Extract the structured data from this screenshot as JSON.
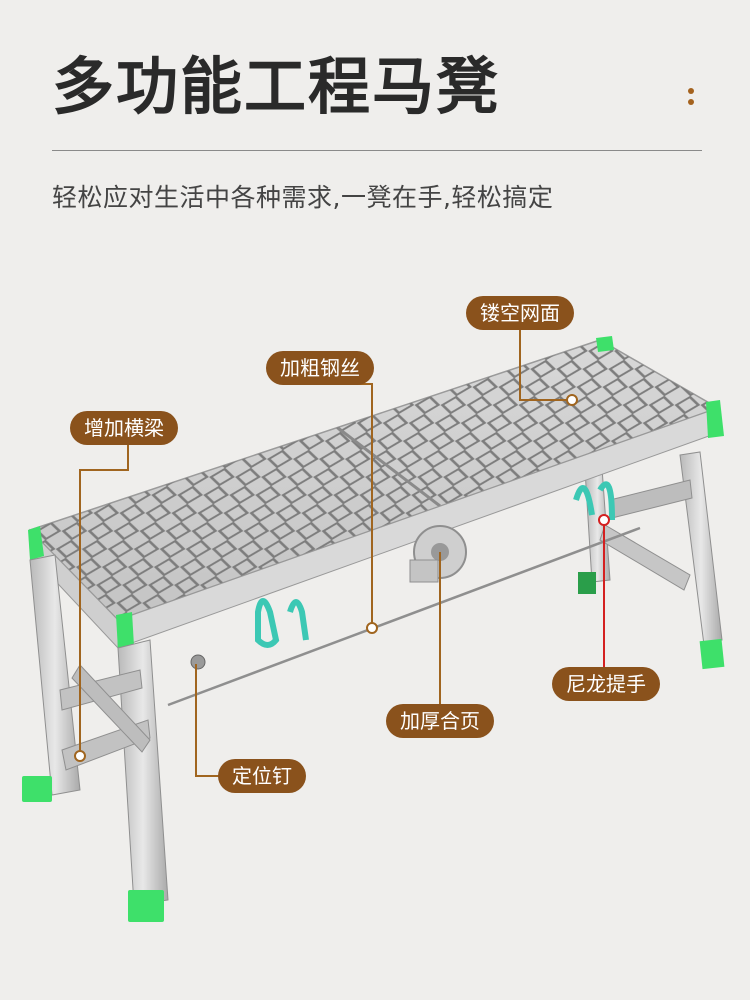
{
  "header": {
    "title": "多功能工程马凳",
    "subtitle": "轻松应对生活中各种需求,一凳在手,轻松搞定"
  },
  "callouts": {
    "mesh": "镂空网面",
    "wire": "加粗钢丝",
    "beam": "增加横梁",
    "handle": "尼龙提手",
    "hinge": "加厚合页",
    "pin": "定位钉"
  },
  "colors": {
    "accent": "#8a521c",
    "leader_line": "#a0651f",
    "red_line": "#d42020",
    "foot_cap": "#3ee06a",
    "strap": "#3cc8b4"
  }
}
